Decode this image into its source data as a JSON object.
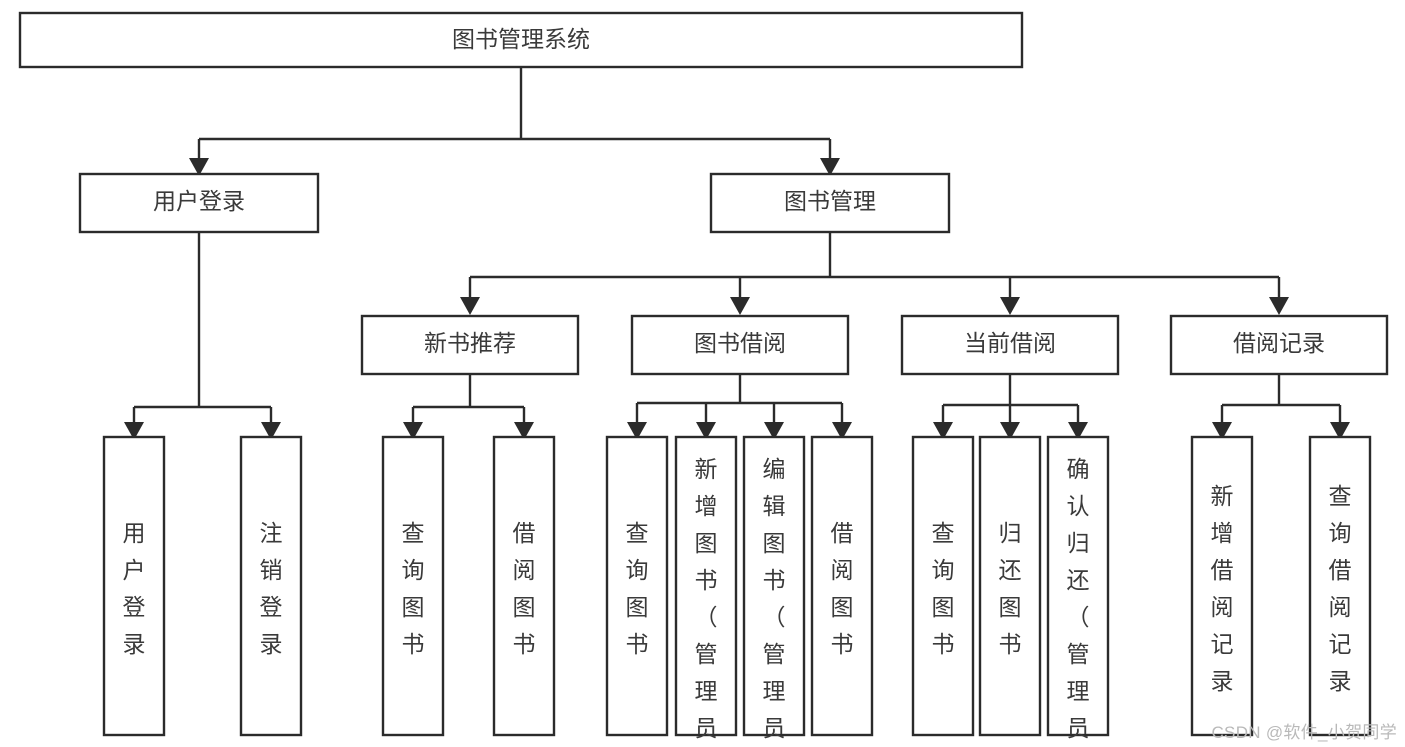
{
  "diagram": {
    "title_node": {
      "label": "图书管理系统"
    },
    "level2": [
      {
        "id": "user-login",
        "label": "用户登录"
      },
      {
        "id": "book-manage",
        "label": "图书管理"
      }
    ],
    "level3": [
      {
        "id": "new-book-recommend",
        "label": "新书推荐",
        "parent": "book-manage"
      },
      {
        "id": "book-borrow",
        "label": "图书借阅",
        "parent": "book-manage"
      },
      {
        "id": "current-borrow",
        "label": "当前借阅",
        "parent": "book-manage"
      },
      {
        "id": "borrow-record",
        "label": "借阅记录",
        "parent": "book-manage"
      }
    ],
    "leaves": [
      {
        "id": "leaf-user-login",
        "label": "用户登录",
        "parent": "user-login"
      },
      {
        "id": "leaf-logout-login",
        "label": "注销登录",
        "parent": "user-login"
      },
      {
        "id": "leaf-query-book-1",
        "label": "查询图书",
        "parent": "new-book-recommend"
      },
      {
        "id": "leaf-borrow-book-1",
        "label": "借阅图书",
        "parent": "new-book-recommend"
      },
      {
        "id": "leaf-query-book-2",
        "label": "查询图书",
        "parent": "book-borrow"
      },
      {
        "id": "leaf-add-book",
        "label": "新增图书（管理员）",
        "parent": "book-borrow"
      },
      {
        "id": "leaf-edit-book",
        "label": "编辑图书（管理员）",
        "parent": "book-borrow"
      },
      {
        "id": "leaf-borrow-book-2",
        "label": "借阅图书",
        "parent": "book-borrow"
      },
      {
        "id": "leaf-query-book-3",
        "label": "查询图书",
        "parent": "current-borrow"
      },
      {
        "id": "leaf-return-book",
        "label": "归还图书",
        "parent": "current-borrow"
      },
      {
        "id": "leaf-confirm-return",
        "label": "确认归还（管理员）",
        "parent": "current-borrow"
      },
      {
        "id": "leaf-add-record",
        "label": "新增借阅记录",
        "parent": "borrow-record"
      },
      {
        "id": "leaf-query-record",
        "label": "查询借阅记录",
        "parent": "borrow-record"
      }
    ]
  },
  "watermark": {
    "text": "CSDN @软件_小贺同学"
  },
  "colors": {
    "stroke": "#2b2b2b",
    "text": "#3a3a3a",
    "background": "#ffffff",
    "watermark": "#b9b9b9"
  }
}
